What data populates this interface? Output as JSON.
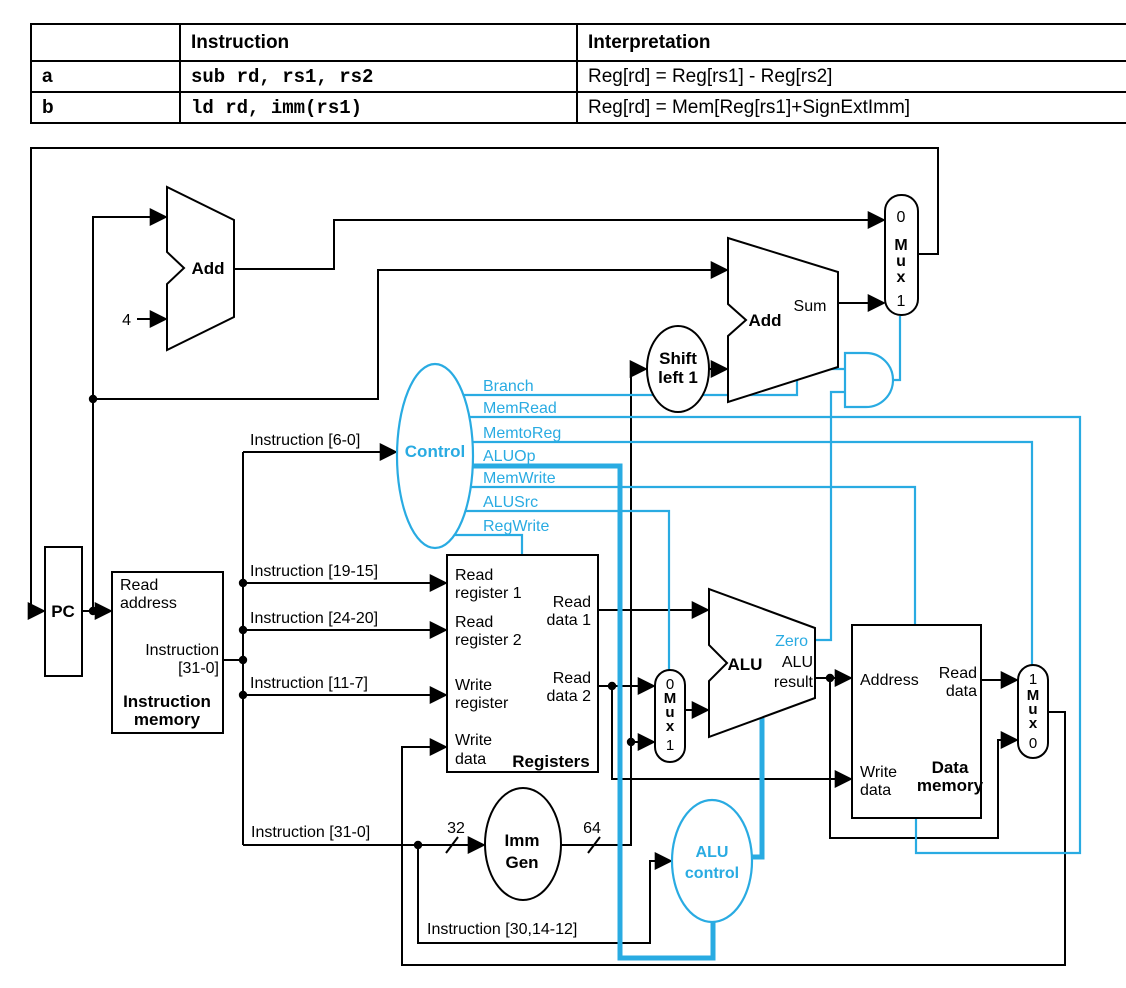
{
  "table": {
    "corner": "",
    "col_instruction": "Instruction",
    "col_interpretation": "Interpretation",
    "rows": [
      {
        "key": "a",
        "instruction": "sub rd, rs1, rs2",
        "interpretation": "Reg[rd] = Reg[rs1] - Reg[rs2]"
      },
      {
        "key": "b",
        "instruction": "ld rd, imm(rs1)",
        "interpretation": "Reg[rd] = Mem[Reg[rs1]+SignExtImm]"
      }
    ]
  },
  "colors": {
    "accent": "#29ABE2",
    "wire": "#000000"
  },
  "labels": {
    "pc": "PC",
    "im_read": "Read",
    "im_address": "address",
    "im_instr": "Instruction",
    "im_instr_range": "[31-0]",
    "im_title1": "Instruction",
    "im_title2": "memory",
    "add1": "Add",
    "four": "4",
    "add2": "Add",
    "sum": "Sum",
    "shift1": "Shift",
    "shift2": "left 1",
    "control": "Control",
    "sig_branch": "Branch",
    "sig_memread": "MemRead",
    "sig_memtoreg": "MemtoReg",
    "sig_aluop": "ALUOp",
    "sig_memwrite": "MemWrite",
    "sig_alusrc": "ALUSrc",
    "sig_regwrite": "RegWrite",
    "zero": "Zero",
    "instr_6_0": "Instruction [6-0]",
    "instr_19_15": "Instruction [19-15]",
    "instr_24_20": "Instruction [24-20]",
    "instr_11_7": "Instruction [11-7]",
    "instr_31_0": "Instruction [31-0]",
    "instr_30_14_12": "Instruction [30,14-12]",
    "reg_read1a": "Read",
    "reg_read1b": "register 1",
    "reg_read2a": "Read",
    "reg_read2b": "register 2",
    "reg_writera": "Write",
    "reg_writerb": "register",
    "reg_writeda": "Write",
    "reg_writedb": "data",
    "reg_rd1a": "Read",
    "reg_rd1b": "data 1",
    "reg_rd2a": "Read",
    "reg_rd2b": "data 2",
    "reg_title": "Registers",
    "imm1": "Imm",
    "imm2": "Gen",
    "w32": "32",
    "w64": "64",
    "alu_bold": "ALU",
    "alu_res1": "ALU",
    "alu_res2": "result",
    "aluctl1": "ALU",
    "aluctl2": "control",
    "dm_address": "Address",
    "dm_rd1": "Read",
    "dm_rd2": "data",
    "dm_wd1": "Write",
    "dm_wd2": "data",
    "dm_title1": "Data",
    "dm_title2": "memory"
  },
  "muxes": {
    "pcsrc": {
      "in0": "0",
      "m": "M",
      "u": "u",
      "x": "x",
      "in1": "1"
    },
    "alusrc": {
      "in0": "0",
      "m": "M",
      "u": "u",
      "x": "x",
      "in1": "1"
    },
    "writeback": {
      "in1": "1",
      "m": "M",
      "u": "u",
      "x": "x",
      "in0": "0"
    }
  }
}
